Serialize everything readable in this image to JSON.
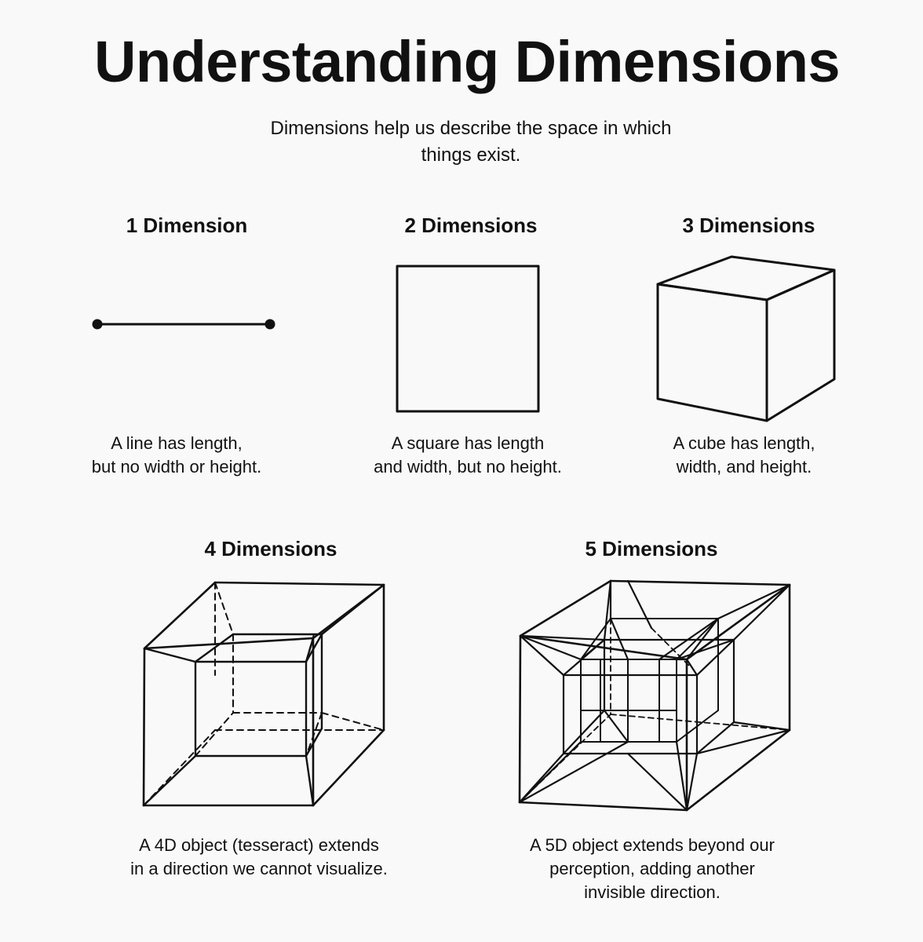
{
  "title": "Understanding Dimensions",
  "subtitle": {
    "line1": "Dimensions help us describe the space in which",
    "line2": "things exist."
  },
  "panels": [
    {
      "heading": "1 Dimension",
      "caption": [
        "A line has length,",
        "but no width or height."
      ],
      "figure": "line-segment"
    },
    {
      "heading": "2 Dimensions",
      "caption": [
        "A square has length",
        "and width, but no height."
      ],
      "figure": "square"
    },
    {
      "heading": "3 Dimensions",
      "caption": [
        "A cube has length,",
        "width, and height."
      ],
      "figure": "cube"
    },
    {
      "heading": "4 Dimensions",
      "caption": [
        "A 4D object (tesseract) extends",
        "in a direction we cannot visualize."
      ],
      "figure": "tesseract"
    },
    {
      "heading": "5 Dimensions",
      "caption": [
        "A 5D object extends beyond our",
        "perception, adding another",
        "invisible direction."
      ],
      "figure": "penteract"
    }
  ],
  "colors": {
    "ink": "#111111",
    "background": "#f9f9f9"
  }
}
